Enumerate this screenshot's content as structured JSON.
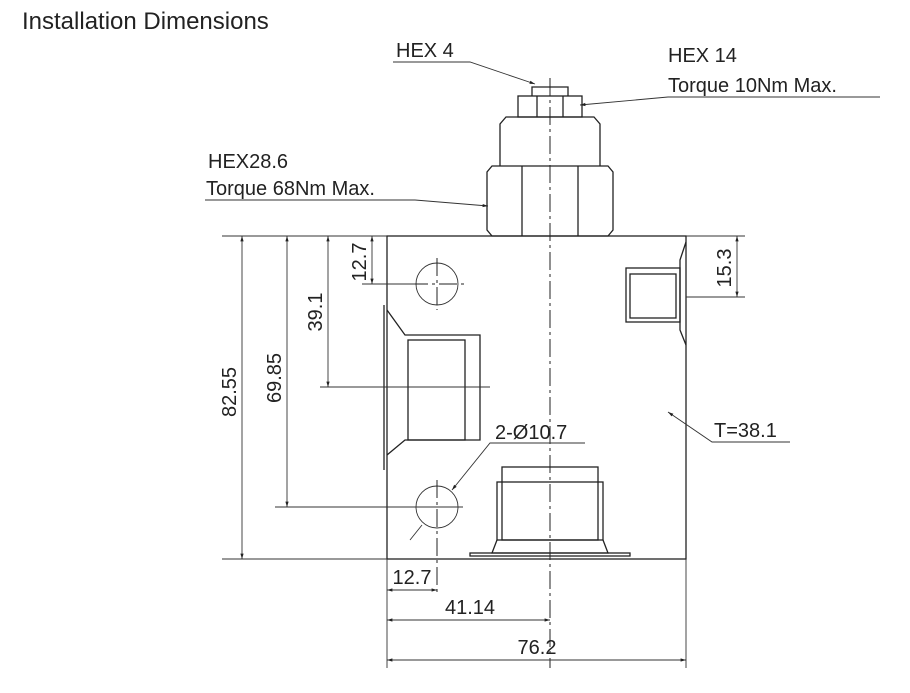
{
  "title": "Installation Dimensions",
  "callouts": {
    "hex4": "HEX 4",
    "hex14": "HEX 14",
    "hex14_torque": "Torque 10Nm Max.",
    "hex28": "HEX28.6",
    "hex28_torque": "Torque 68Nm Max.",
    "holes": "2-Ø10.7",
    "thickness": "T=38.1"
  },
  "dimensions": {
    "overall_height": "82.55",
    "lower_hole_height": "69.85",
    "port_height": "39.1",
    "upper_hole_offset": "12.7",
    "right_port_offset": "15.3",
    "hole_x_offset": "12.7",
    "center_offset": "41.14",
    "overall_width": "76.2"
  }
}
